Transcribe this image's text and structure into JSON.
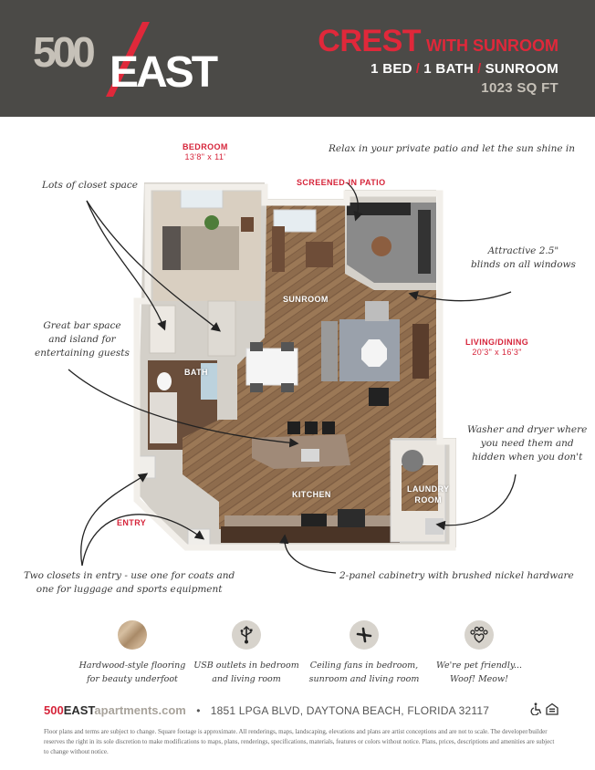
{
  "header": {
    "logo": {
      "part1": "500",
      "part2": "EAST"
    },
    "plan_name": "CREST",
    "plan_subtitle": "WITH SUNROOM",
    "specs": {
      "beds": "1 BED",
      "baths": "1 BATH",
      "extra": "SUNROOM",
      "separator": "/"
    },
    "sqft": "1023 SQ FT"
  },
  "rooms": {
    "bedroom": {
      "label": "BEDROOM",
      "dims": "13'8\" x 11'"
    },
    "patio": {
      "label": "SCREENED-IN PATIO"
    },
    "sunroom": {
      "label": "SUNROOM"
    },
    "living": {
      "label": "LIVING/DINING",
      "dims": "20'3\" x 16'3\""
    },
    "bath": {
      "label": "BATH"
    },
    "kitchen": {
      "label": "KITCHEN"
    },
    "laundry": {
      "label_line1": "LAUNDRY",
      "label_line2": "ROOM"
    },
    "entry": {
      "label": "ENTRY"
    }
  },
  "notes": {
    "patio": "Relax in your private patio and let the sun shine in",
    "closet": "Lots of closet space",
    "bar_line1": "Great bar space",
    "bar_line2": "and island for",
    "bar_line3": "entertaining guests",
    "blinds_line1": "Attractive 2.5\"",
    "blinds_line2": "blinds on all windows",
    "washer_line1": "Washer and dryer where",
    "washer_line2": "you need them and",
    "washer_line3": "hidden when you don't",
    "entry_line1": "Two closets in entry - use one for coats and",
    "entry_line2": "one for luggage and sports equipment",
    "cabinetry": "2-panel cabinetry with brushed nickel hardware"
  },
  "features": [
    {
      "icon": "wood-flooring-swatch",
      "line1": "Hardwood-style flooring",
      "line2": "for beauty underfoot"
    },
    {
      "icon": "usb-icon",
      "line1": "USB outlets in bedroom",
      "line2": "and living room"
    },
    {
      "icon": "ceiling-fan-icon",
      "line1": "Ceiling fans in bedroom,",
      "line2": "sunroom and living room"
    },
    {
      "icon": "paw-heart-icon",
      "line1": "We're pet friendly...",
      "line2": "Woof! Meow!"
    }
  ],
  "footer": {
    "site_part1": "500",
    "site_part2": "EAST",
    "site_part3": "apartments.com",
    "bullet": "•",
    "address": "1851 LPGA BLVD, DAYTONA BEACH, FLORIDA 32117",
    "disclaimer": "Floor plans and terms are subject to change. Square footage is approximate. All renderings, maps, landscaping, elevations and plans are artist conceptions and are not to scale. The developer/builder reserves the right in its sole discretion to make modifications to maps, plans, renderings, specifications, materials, features or colors without notice. Plans, prices, descriptions and amenities are subject to change without notice."
  },
  "colors": {
    "header_bg": "#4b4a47",
    "accent_red": "#e0283a",
    "logo_gray": "#c6c1b8",
    "wood_floor": "#8b6a4c",
    "wall": "#eeeae4"
  }
}
